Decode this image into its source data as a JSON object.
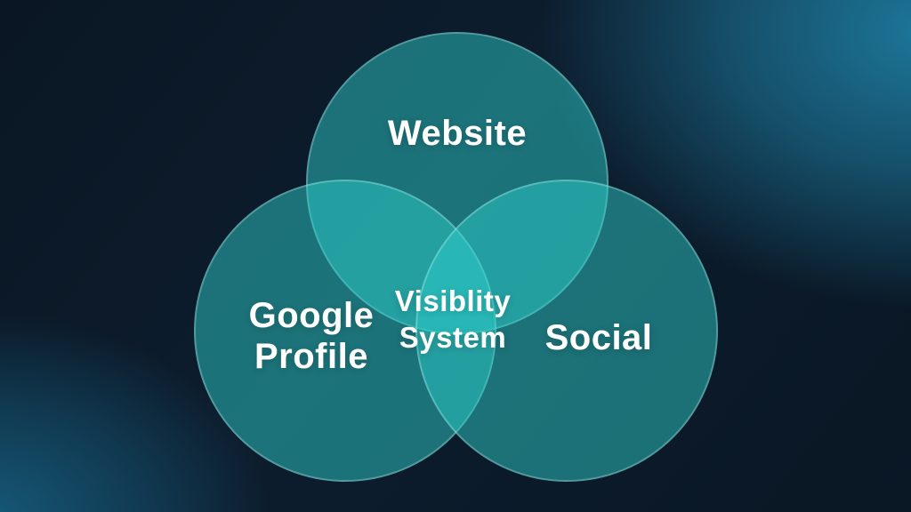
{
  "diagram": {
    "type": "venn",
    "description": "Three-circle Venn diagram on dark blue gradient background",
    "circles": [
      {
        "id": "website",
        "label": "Website"
      },
      {
        "id": "google-profile",
        "label": "Google\nProfile"
      },
      {
        "id": "social",
        "label": "Social"
      }
    ],
    "center_label": "Visiblity\nSystem",
    "colors": {
      "circle_fill": "#2DD2CD",
      "circle_fill_opacity": "0.48",
      "circle_rim": "#D2F8F4",
      "single_region": "#1D777D",
      "double_overlap_region": "#249E9E",
      "triple_overlap_region": "#2FAEAB",
      "label_text": "#FFFFFF",
      "background_base": "#0B1A29",
      "background_glow_top_right": "#1E7CA0",
      "background_glow_bottom_left": "#176689"
    }
  }
}
